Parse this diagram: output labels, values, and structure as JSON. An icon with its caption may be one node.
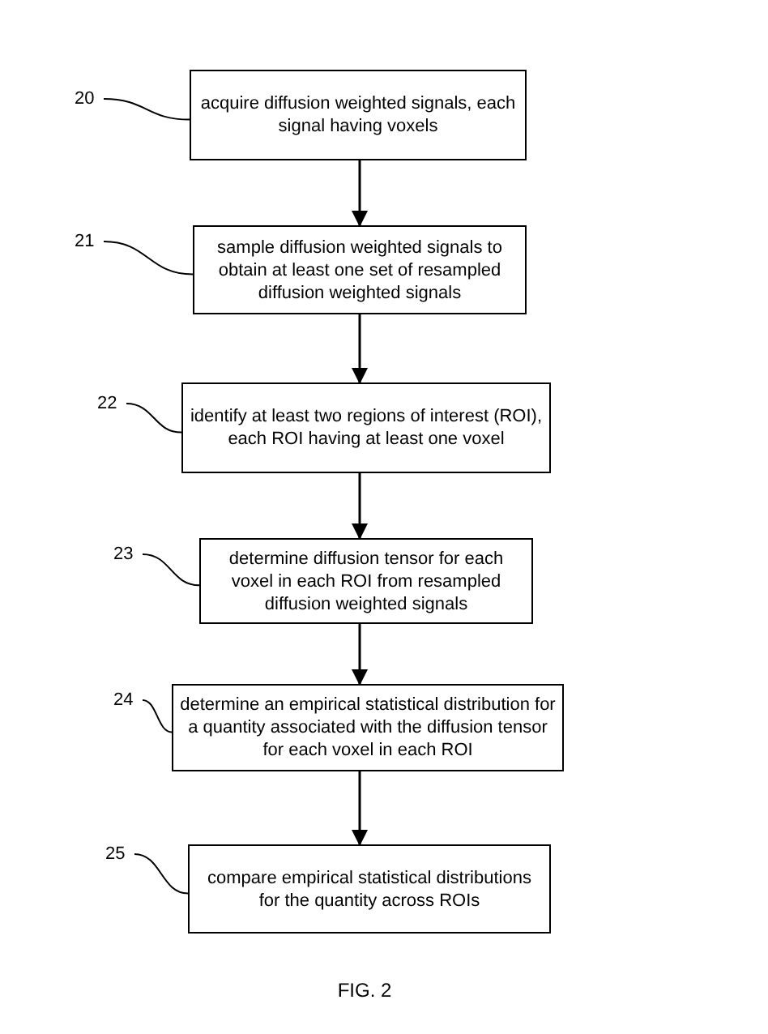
{
  "diagram": {
    "caption": "FIG. 2",
    "nodes": [
      {
        "text": [
          "20"
        ]
      },
      {
        "text": [
          "acquire diffusion weighted signals, each signal having voxels"
        ]
      },
      {
        "text": [
          "21"
        ]
      },
      {
        "text": [
          "sample diffusion weighted signals to obtain at least one set of resampled diffusion weighted signals"
        ]
      },
      {
        "text": [
          "22"
        ]
      },
      {
        "text": [
          "identify at least two regions of interest (ROI), each ROI having at least one voxel"
        ]
      },
      {
        "text": [
          "23"
        ]
      },
      {
        "text": [
          "determine diffusion tensor for each voxel in each ROI from resampled diffusion weighted signals"
        ]
      },
      {
        "text": [
          "24"
        ]
      },
      {
        "text": [
          "determine an empirical statistical distribution for a quantity associated with the diffusion tensor for each voxel in each ROI"
        ]
      },
      {
        "text": [
          "25"
        ]
      },
      {
        "text": [
          "compare empirical statistical distributions for the quantity across ROIs"
        ]
      }
    ],
    "edges": [
      {
        "from": 0,
        "to": 1,
        "arrow": "none"
      },
      {
        "from": 1,
        "to": 3,
        "arrow": "to"
      },
      {
        "from": 2,
        "to": 3,
        "arrow": "none"
      },
      {
        "from": 3,
        "to": 5,
        "arrow": "to"
      },
      {
        "from": 4,
        "to": 5,
        "arrow": "none"
      },
      {
        "from": 5,
        "to": 7,
        "arrow": "to"
      },
      {
        "from": 6,
        "to": 7,
        "arrow": "none"
      },
      {
        "from": 7,
        "to": 9,
        "arrow": "to"
      },
      {
        "from": 8,
        "to": 9,
        "arrow": "none"
      },
      {
        "from": 9,
        "to": 11,
        "arrow": "to"
      },
      {
        "from": 10,
        "to": 11,
        "arrow": "none"
      }
    ]
  }
}
